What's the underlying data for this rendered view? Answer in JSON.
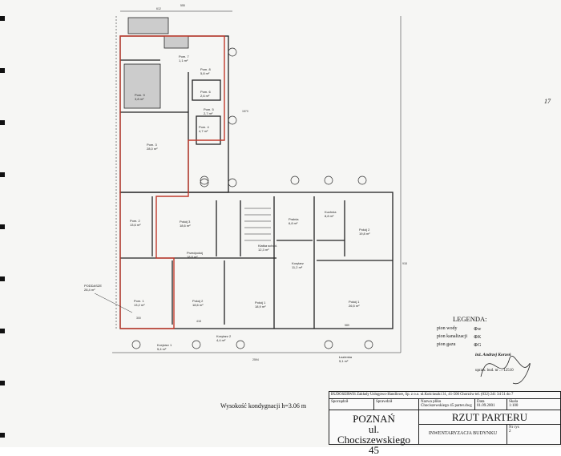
{
  "page_number": "17",
  "plan": {
    "rooms": [
      {
        "name": "Pom. 9",
        "area": "3,8 m²"
      },
      {
        "name": "Pom. 8",
        "area": "5,8 m²"
      },
      {
        "name": "Pom. 7",
        "area": "1,1 m²"
      },
      {
        "name": "Pom. 6",
        "area": "2,6 m²"
      },
      {
        "name": "Pom. 5",
        "area": "2,7 m²"
      },
      {
        "name": "Pom. 4",
        "area": "4,7 m²"
      },
      {
        "name": "Pom. 3",
        "area": "28,0 m²"
      },
      {
        "name": "Pom. 2",
        "area": "13,6 m²"
      },
      {
        "name": "Pom. 1",
        "area": "13,2 m²"
      },
      {
        "name": "Pokój 3",
        "area": "18,6 m²"
      },
      {
        "name": "Pokój 2",
        "area": "18,6 m²"
      },
      {
        "name": "Pokój 1",
        "area": "18,9 m²"
      },
      {
        "name": "Przedpokój",
        "area": "18,8 m²"
      },
      {
        "name": "Klatka schod.",
        "area": "12,3 m²"
      },
      {
        "name": "Korytarz",
        "area": "11,2 m²"
      },
      {
        "name": "Pralnia",
        "area": "6,8 m²"
      },
      {
        "name": "Kuchnia",
        "area": "8,8 m²"
      },
      {
        "name": "Pokój 2",
        "area": "19,8 m²"
      },
      {
        "name": "Pokój 1",
        "area": "26,5 m²"
      },
      {
        "name": "Korytarz 1",
        "area": "5,4 m²"
      },
      {
        "name": "Korytarz 2",
        "area": "4,4 m²"
      },
      {
        "name": "Łazienka",
        "area": "5,1 m²"
      },
      {
        "name": "PODDASZE",
        "area": "28,4 m²"
      }
    ],
    "dimensions": [
      "2594",
      "612",
      "555",
      "918",
      "1570",
      "300",
      "589",
      "418"
    ]
  },
  "height_note": "Wysokość kondygnacji h=3.06 m",
  "legend": {
    "title": "LEGENDA:",
    "items": [
      {
        "label": "pion wody",
        "symbol": "⊕w"
      },
      {
        "label": "pion kanalizacji",
        "symbol": "⊕K"
      },
      {
        "label": "pion gazu",
        "symbol": "⊕G"
      }
    ],
    "signer": "inż. Andrzej Korzeń",
    "license": "upraw. bud. nr ... 12510"
  },
  "title_block": {
    "company": "BUDOSERWIS Zakłady Usługowo-Handlowe, Sp. z o.o. ul.Kościuszki 31, 41-500 Chorzów tel. (032) 241 34 51 do 7",
    "prepared_label": "Sporządził",
    "checked_label": "Sprawdził",
    "file_label": "Nazwa pliku",
    "file_value": "Chociszewskiego 45 parter.dwg",
    "date_label": "Data",
    "date_value": "01.09.2001",
    "scale_label": "Skala",
    "scale_value": "1:100",
    "city": "POZNAŃ",
    "street": "ul. Chociszewskiego 45",
    "drawing_title": "RZUT PARTERU",
    "subtitle": "INWENTARYZACJA BUDYNKU",
    "drawing_no_label": "Nr rys",
    "drawing_no_value": "2"
  }
}
